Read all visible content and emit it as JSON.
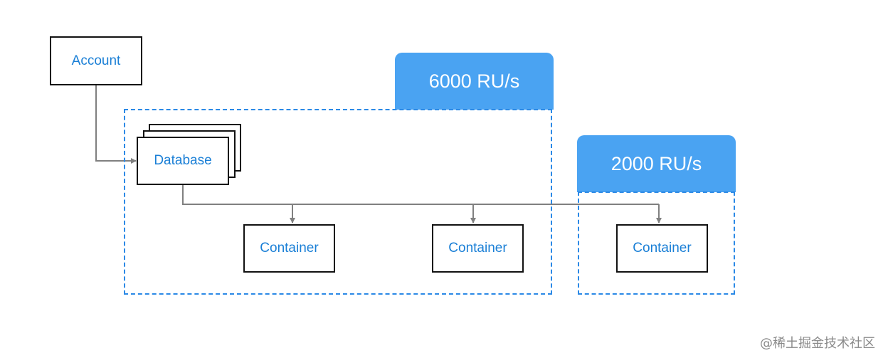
{
  "account": {
    "label": "Account"
  },
  "database": {
    "label": "Database"
  },
  "shared_throughput": {
    "label": "6000 RU/s"
  },
  "dedicated_throughput": {
    "label": "2000 RU/s"
  },
  "containers": [
    {
      "label": "Container"
    },
    {
      "label": "Container"
    },
    {
      "label": "Container"
    }
  ],
  "watermark": "@稀土掘金技术社区",
  "colors": {
    "accent_blue": "#4aa3f2",
    "dashed_border": "#2b89e6",
    "label_text": "#1a7fd6",
    "connector": "#808080"
  }
}
